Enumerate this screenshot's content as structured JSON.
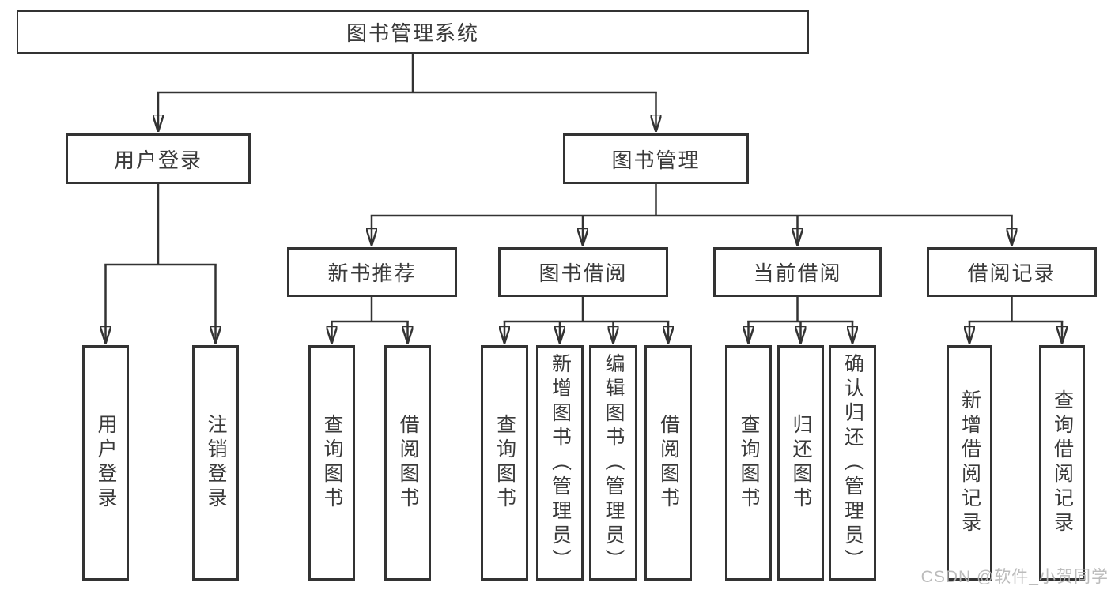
{
  "tree": {
    "label": "图书管理系统",
    "children": [
      {
        "label": "用户登录",
        "children": [
          {
            "label": "用户登录"
          },
          {
            "label": "注销登录"
          }
        ]
      },
      {
        "label": "图书管理",
        "children": [
          {
            "label": "新书推荐",
            "children": [
              {
                "label": "查询图书"
              },
              {
                "label": "借阅图书"
              }
            ]
          },
          {
            "label": "图书借阅",
            "children": [
              {
                "label": "查询图书"
              },
              {
                "label": "新增图书（管理员）"
              },
              {
                "label": "编辑图书（管理员）"
              },
              {
                "label": "借阅图书"
              }
            ]
          },
          {
            "label": "当前借阅",
            "children": [
              {
                "label": "查询图书"
              },
              {
                "label": "归还图书"
              },
              {
                "label": "确认归还（管理员）"
              }
            ]
          },
          {
            "label": "借阅记录",
            "children": [
              {
                "label": "新增借阅记录"
              },
              {
                "label": "查询借阅记录"
              }
            ]
          }
        ]
      }
    ]
  },
  "watermark": "CSDN @软件_小贺同学",
  "colors": {
    "line": "#333333",
    "box_border": "#333333",
    "text": "#3a3a3a",
    "watermark": "#b8b8b8",
    "background": "#ffffff"
  }
}
